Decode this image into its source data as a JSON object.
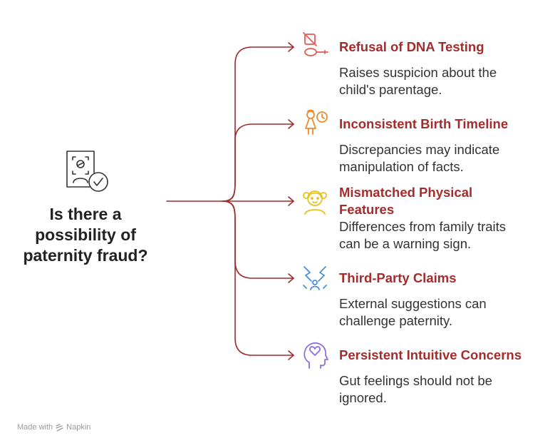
{
  "question": {
    "lines": [
      "Is there a",
      "possibility of",
      "paternity fraud?"
    ]
  },
  "colors": {
    "connector": "#9e2b2b",
    "title": "#a32c2c",
    "text": "#333333",
    "question": "#222222",
    "icon_dna": "#e55b52",
    "icon_timeline": "#ee8a2a",
    "icon_features": "#e8c21d",
    "icon_third_party": "#4a90d9",
    "icon_intuition": "#8b6ee0"
  },
  "branches": [
    {
      "icon": "dna-test-refusal-icon",
      "title": "Refusal of DNA Testing",
      "description": [
        "Raises suspicion about the",
        "child's parentage."
      ]
    },
    {
      "icon": "birth-timeline-icon",
      "title": "Inconsistent Birth Timeline",
      "description": [
        "Discrepancies may indicate",
        "manipulation of facts."
      ]
    },
    {
      "icon": "physical-features-icon",
      "title": [
        "Mismatched Physical",
        "Features"
      ],
      "description": [
        "Differences from family traits",
        "can be a warning sign."
      ]
    },
    {
      "icon": "third-party-claims-icon",
      "title": "Third-Party Claims",
      "description": [
        "External suggestions can",
        "challenge paternity."
      ]
    },
    {
      "icon": "intuition-icon",
      "title": "Persistent Intuitive Concerns",
      "description": [
        "Gut feelings should not be",
        "ignored."
      ]
    }
  ],
  "footer": {
    "made_with": "Made with",
    "brand": "Napkin"
  }
}
